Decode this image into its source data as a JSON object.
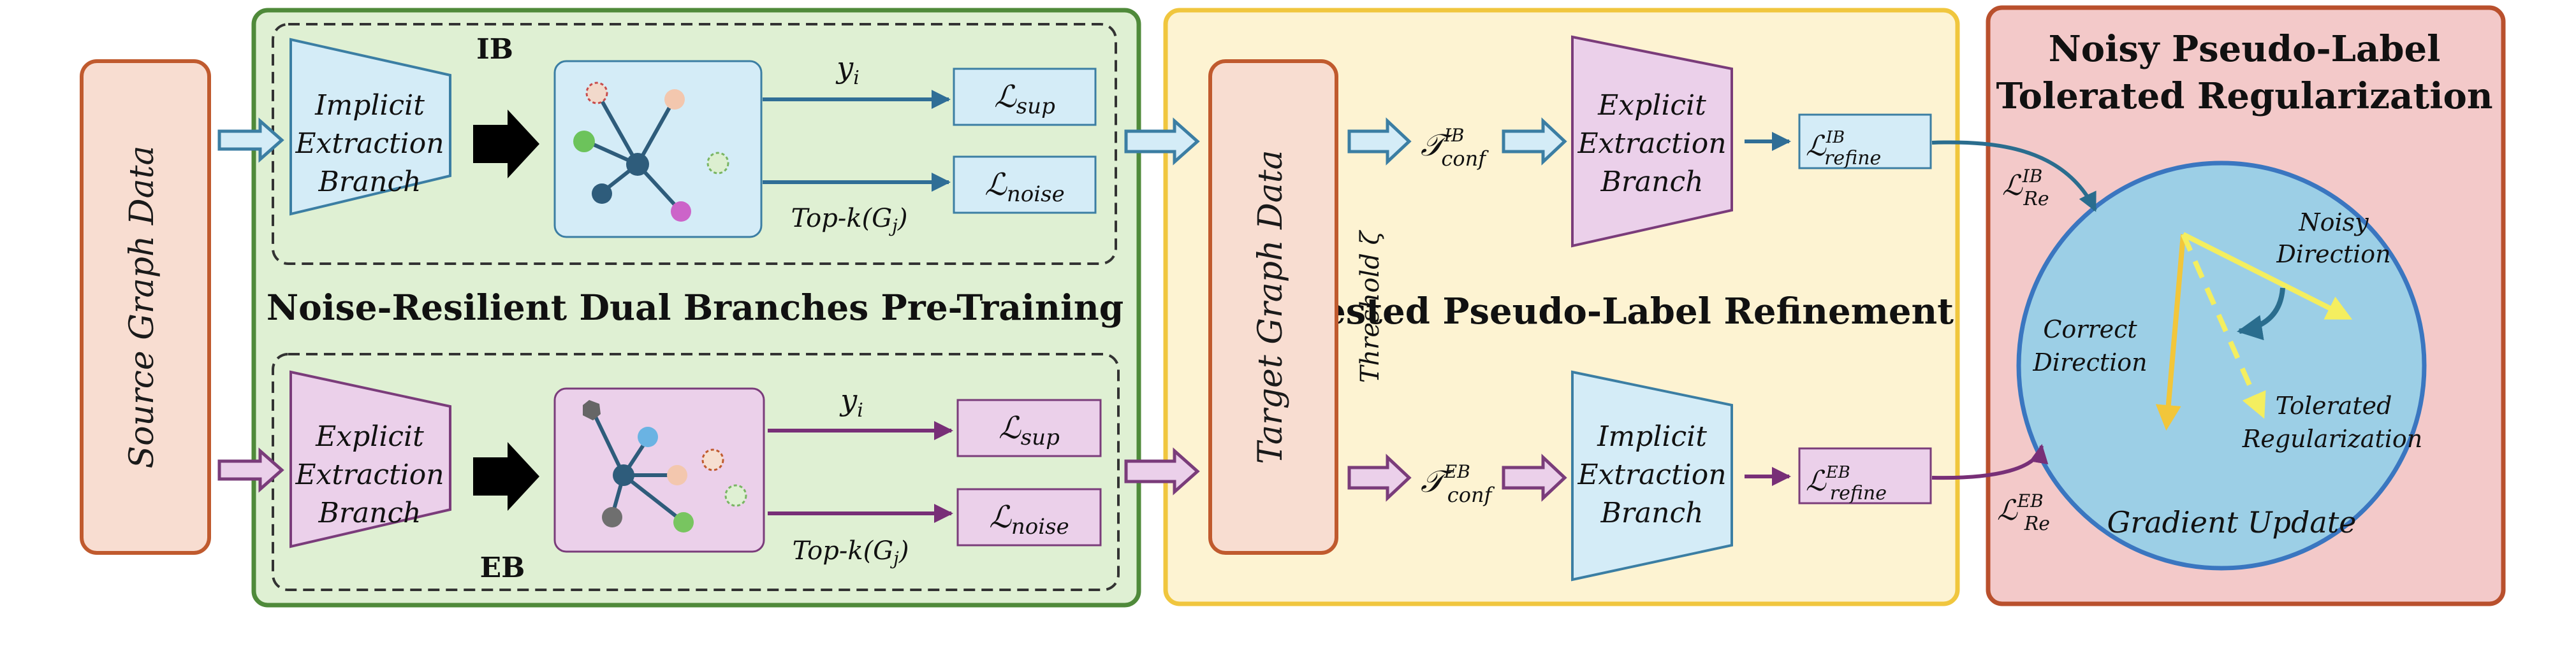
{
  "source_panel": {
    "label": "Source Graph Data"
  },
  "pretraining_panel": {
    "title": "Noise-Resilient Dual Branches Pre-Training",
    "ib": {
      "tag": "IB",
      "branch": [
        "Implicit",
        "Extraction",
        "Branch"
      ],
      "y_label_main": "y",
      "y_label_sub": "i",
      "topk_label": "Top-k(G",
      "topk_sub": "j",
      "topk_close": ")",
      "loss_sup_main": "ℒ",
      "loss_sup_sub": "sup",
      "loss_noise_main": "ℒ",
      "loss_noise_sub": "noise"
    },
    "eb": {
      "tag": "EB",
      "branch": [
        "Explicit",
        "Extraction",
        "Branch"
      ],
      "y_label_main": "y",
      "y_label_sub": "i",
      "topk_label": "Top-k(G",
      "topk_sub": "j",
      "topk_close": ")",
      "loss_sup_main": "ℒ",
      "loss_sup_sub": "sup",
      "loss_noise_main": "ℒ",
      "loss_noise_sub": "noise"
    }
  },
  "refinement_panel": {
    "title": "Nested Pseudo-Label Refinement",
    "target_label": "Target Graph Data",
    "threshold_label": "Threshold ζ",
    "top": {
      "conf_main": "𝒯",
      "conf_sup": "IB",
      "conf_sub": "conf",
      "branch": [
        "Explicit",
        "Extraction",
        "Branch"
      ],
      "refine_main": "ℒ",
      "refine_sup": "IB",
      "refine_sub": "refine"
    },
    "bottom": {
      "conf_main": "𝒯",
      "conf_sup": "EB",
      "conf_sub": "conf",
      "branch": [
        "Implicit",
        "Extraction",
        "Branch"
      ],
      "refine_main": "ℒ",
      "refine_sup": "EB",
      "refine_sub": "refine"
    }
  },
  "regularization_panel": {
    "title_line1": "Noisy Pseudo-Label",
    "title_line2": "Tolerated Regularization",
    "re_ib_main": "ℒ",
    "re_ib_sup": "IB",
    "re_ib_sub": "Re",
    "re_eb_main": "ℒ",
    "re_eb_sup": "EB",
    "re_eb_sub": "Re",
    "noisy_direction": [
      "Noisy",
      "Direction"
    ],
    "correct_direction": [
      "Correct",
      "Direction"
    ],
    "tolerated": [
      "Tolerated",
      "Regularization"
    ],
    "gradient_update": "Gradient Update"
  },
  "colors": {
    "source_fill": "#f8ddd1",
    "source_stroke": "#c05a2e",
    "green_fill": "#dff0d3",
    "green_stroke": "#4f8a3a",
    "yellow_fill": "#fdf3d2",
    "yellow_stroke": "#f0c63e",
    "red_fill": "#f3c9c9",
    "red_stroke": "#b9502d",
    "ib_blue_fill": "#d4ecf7",
    "ib_blue_stroke": "#3b7ea3",
    "eb_pink_fill": "#ebd0ea",
    "eb_pink_stroke": "#7a3c7a",
    "circle_fill": "#9ccfe6",
    "circle_stroke": "#3a76c0",
    "arrow_blue": "#306e96",
    "arrow_purple": "#782f77",
    "yellow_arrow": "#f4ee5f",
    "gold_arrow": "#f2c63a",
    "dark_curve": "#2a6d8e"
  }
}
